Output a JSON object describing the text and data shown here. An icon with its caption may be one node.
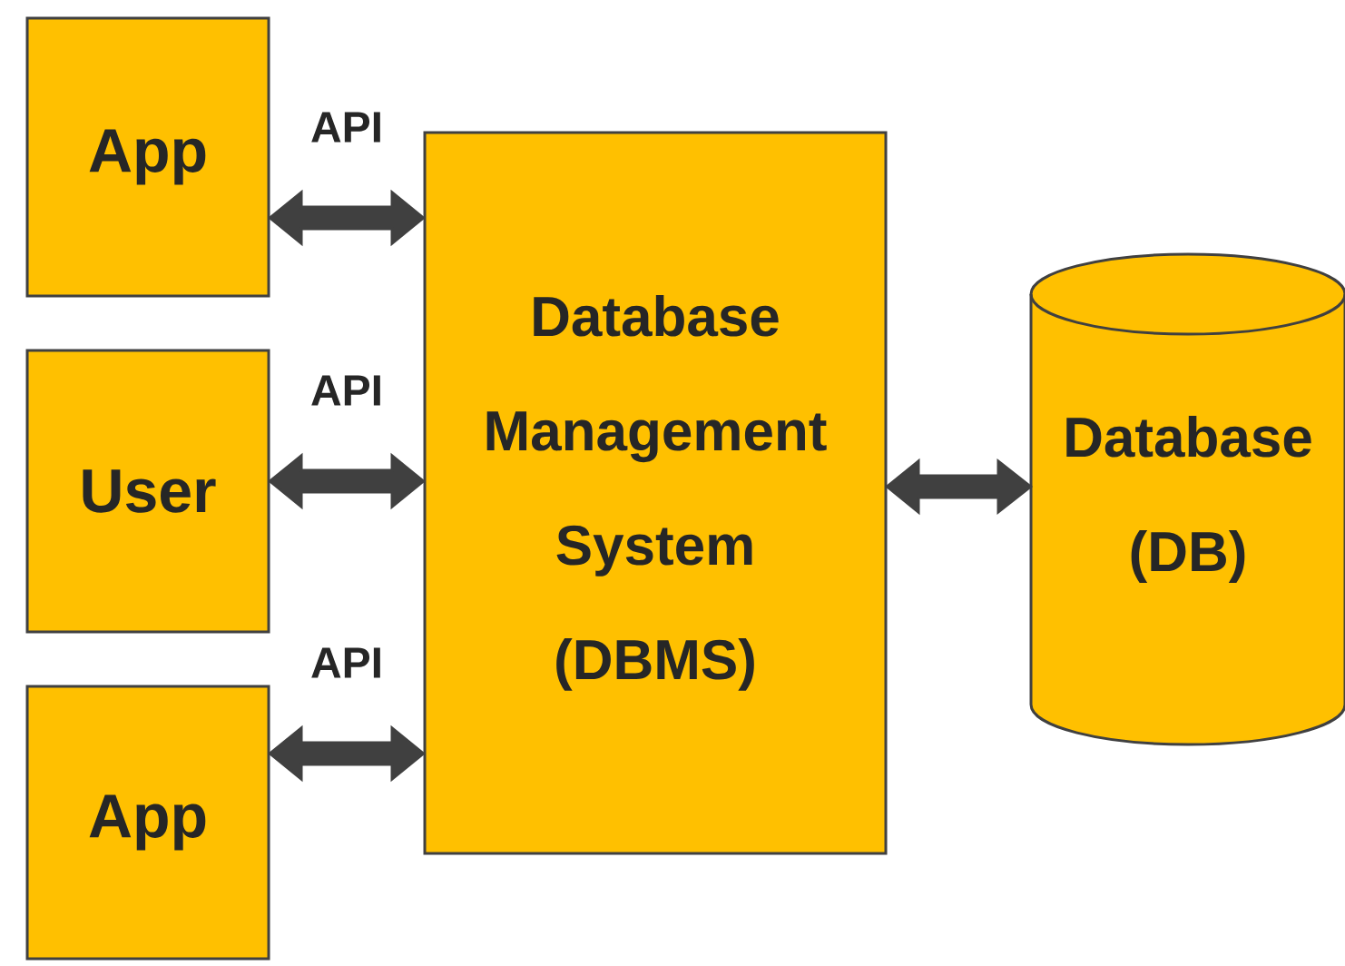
{
  "diagram": {
    "nodes": [
      {
        "text": [
          "App"
        ]
      },
      {
        "text": [
          "User"
        ]
      },
      {
        "text": [
          "App"
        ]
      },
      {
        "text": [
          "Database Management System (DBMS)"
        ]
      },
      {
        "text": [
          "Database (DB)"
        ]
      }
    ],
    "edges": [
      {
        "from": 0,
        "to": 3,
        "arrow": "both",
        "label": "API"
      },
      {
        "from": 1,
        "to": 3,
        "arrow": "both",
        "label": "API"
      },
      {
        "from": 2,
        "to": 3,
        "arrow": "both",
        "label": "API"
      },
      {
        "from": 3,
        "to": 4,
        "arrow": "both"
      }
    ]
  }
}
